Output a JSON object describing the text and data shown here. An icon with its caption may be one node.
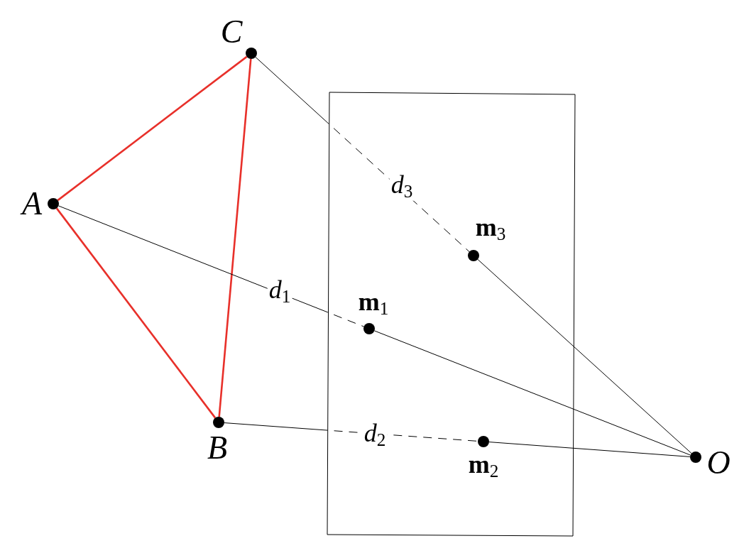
{
  "diagram": {
    "nodes": [
      {
        "text": [
          "A"
        ]
      },
      {
        "text": [
          "C"
        ]
      },
      {
        "text": [
          "B"
        ]
      },
      {
        "text": [
          "O"
        ]
      },
      {
        "text": [
          "**m**$_{1}$"
        ]
      },
      {
        "text": [
          "**m**$_{2}$"
        ]
      },
      {
        "text": [
          "**m**$_{3}$"
        ]
      }
    ],
    "edges": [
      {
        "from": 0,
        "to": 2,
        "arrow": "none",
        "style": "thick",
        "color": "#e8302a"
      },
      {
        "from": 2,
        "to": 1,
        "arrow": "none",
        "style": "thick",
        "color": "#e8302a"
      },
      {
        "from": 1,
        "to": 0,
        "arrow": "none",
        "style": "thick",
        "color": "#e8302a"
      },
      {
        "from": 0,
        "to": 4,
        "arrow": "none",
        "style": "dashed",
        "label": "*d*$_{1}$"
      },
      {
        "from": 4,
        "to": 3,
        "arrow": "none"
      },
      {
        "from": 2,
        "to": 5,
        "arrow": "none",
        "style": "dashed",
        "label": "*d*$_{2}$"
      },
      {
        "from": 5,
        "to": 3,
        "arrow": "none"
      },
      {
        "from": 1,
        "to": 6,
        "arrow": "none",
        "style": "dashed",
        "label": "*d*$_{3}$"
      },
      {
        "from": 6,
        "to": 3,
        "arrow": "none"
      }
    ]
  }
}
